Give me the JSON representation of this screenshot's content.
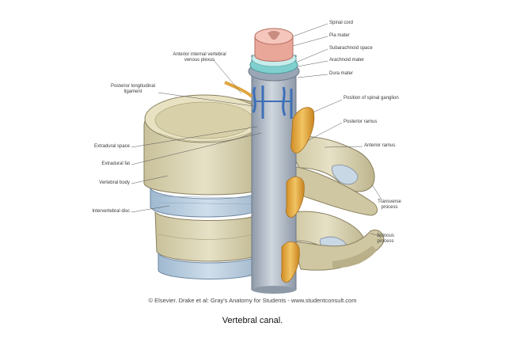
{
  "figure": {
    "labels": {
      "spinal_cord": "Spinal cord",
      "pia_mater": "Pia mater",
      "subarachnoid_space": "Subarachnoid space",
      "arachnoid_mater": "Arachnoid mater",
      "dura_mater": "Dura mater",
      "anterior_plexus_1": "Anterior internal vertebral",
      "anterior_plexus_2": "venous plexus",
      "posterior_ligament_1": "Posterior longitudinal",
      "posterior_ligament_2": "ligament",
      "spinal_ganglion": "Position of spinal ganglion",
      "posterior_ramus": "Posterior ramus",
      "anterior_ramus": "Anterior ramus",
      "extradural_space": "Extradural space",
      "extradural_fat": "Extradural fat",
      "vertebral_body": "Vertebral body",
      "intervertebral_disc": "Intervertebral disc",
      "transverse_process_1": "Transverse",
      "transverse_process_2": "process",
      "spinous_process_1": "Spinous",
      "spinous_process_2": "process"
    },
    "credit": "© Elsevier. Drake et al: Gray's Anatomy for Students - www.studentconsult.com"
  },
  "caption": "Vertebral canal.",
  "colors": {
    "bone": "#ddd7b6",
    "bone_shadow": "#b9b08a",
    "disc": "#b7cde0",
    "dura": "#aeb7c3",
    "nerve": "#e8b24a",
    "vein": "#3d6fb8",
    "cord": "#f0b9ae"
  }
}
